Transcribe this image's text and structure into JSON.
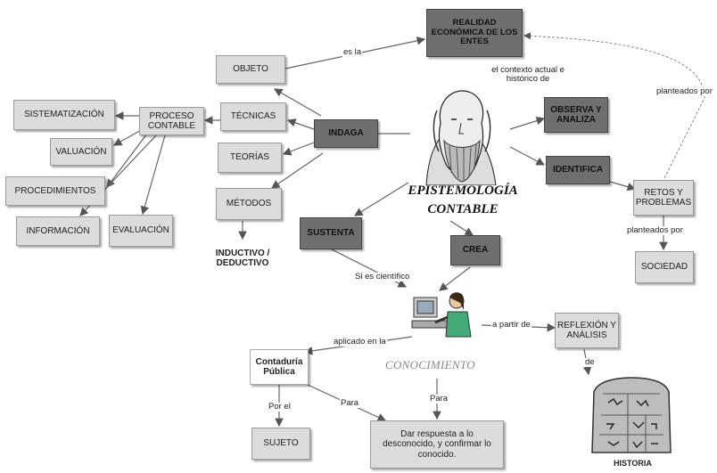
{
  "center": {
    "line1": "EPISTEMOLOGÍA",
    "line2": "CONTABLE"
  },
  "nodes": {
    "realidad": "REALIDAD ECONÓMICA DE LOS ENTES",
    "objeto": "OBJETO",
    "tecnicas": "TÉCNICAS",
    "teorias": "TEORÍAS",
    "metodos": "MÉTODOS",
    "indaga": "INDAGA",
    "inductivo": "INDUCTIVO / DEDUCTIVO",
    "proceso": "PROCESO CONTABLE",
    "sistematizacion": "SISTEMATIZACIÓN",
    "valuacion": "VALUACIÓN",
    "procedimientos": "PROCEDIMIENTOS",
    "informacion": "INFORMACIÓN",
    "evaluacion": "EVALUACIÓN",
    "observa": "OBSERVA Y ANALIZA",
    "identifica": "IDENTIFICA",
    "retos": "RETOS Y PROBLEMAS",
    "sociedad": "SOCIEDAD",
    "sustenta": "SUSTENTA",
    "crea": "CREA",
    "reflexion": "REFLEXIÓN Y ANÁLISIS",
    "contaduria": "Contaduría Pública",
    "sujeto": "SUJETO",
    "dar": "Dar respuesta a lo desconocido, y confirmar lo conocido.",
    "historia": "HISTORIA",
    "conocimiento": "CONOCIMIENTO"
  },
  "labels": {
    "es_la": "es la",
    "contexto": "el contexto actual e histórico de",
    "planteados_por_top": "planteados por",
    "planteados_por": "planteados por",
    "si_es": "Si es científico",
    "a_partir": "a partir de",
    "aplicado": "aplicado en la",
    "de": "de",
    "por_el": "Por el",
    "para1": "Para",
    "para2": "Para"
  },
  "colors": {
    "light": "#dcdcdc",
    "dark": "#6f6f6f",
    "line": "#555555"
  }
}
